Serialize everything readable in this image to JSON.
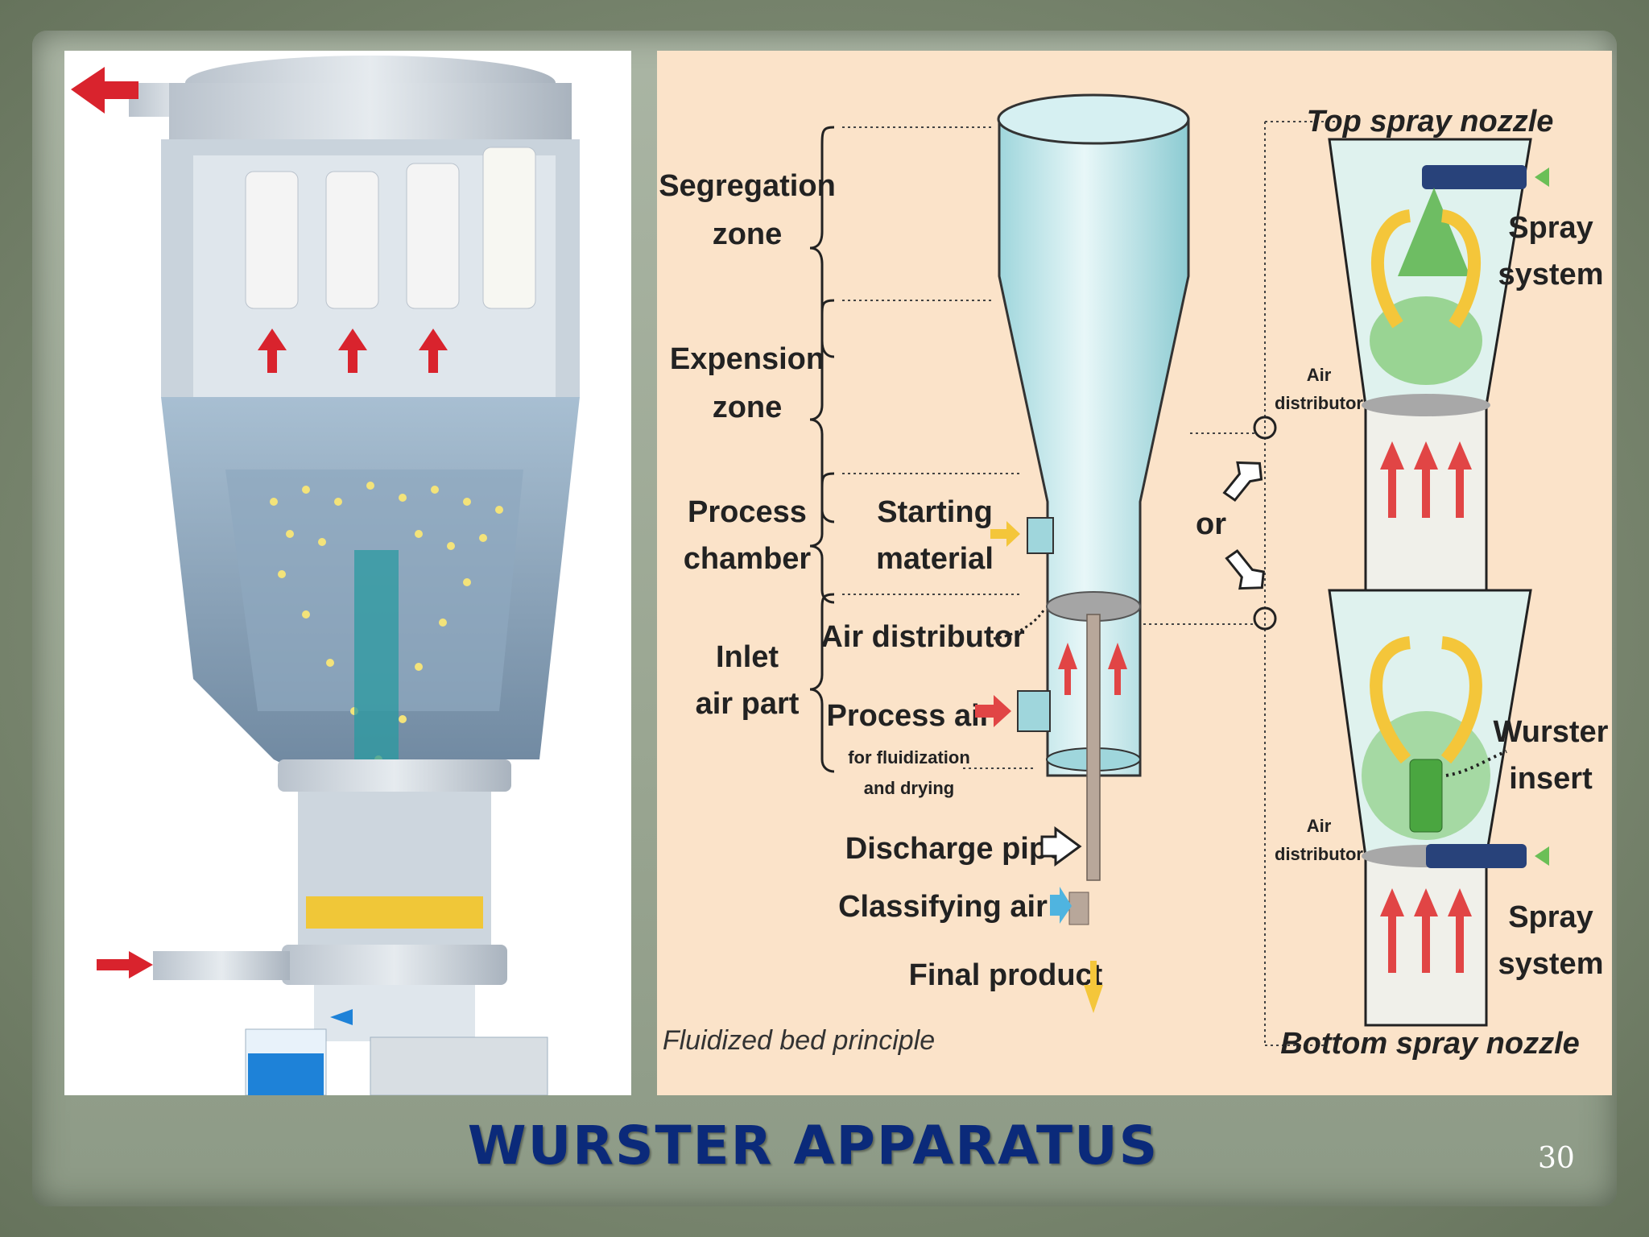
{
  "slide": {
    "title": "WURSTER  APPARATUS",
    "number": "30"
  },
  "diagram": {
    "zones": {
      "segregation": [
        "Segregation",
        "zone"
      ],
      "expansion": [
        "Expension",
        "zone"
      ],
      "process": [
        "Process",
        "chamber"
      ],
      "inlet": [
        "Inlet",
        "air part"
      ]
    },
    "labels": {
      "starting_material": [
        "Starting",
        "material"
      ],
      "air_distributor": "Air distributor",
      "process_air": "Process air",
      "process_air_sub": [
        "for fluidization",
        "and drying"
      ],
      "discharge_pipe": "Discharge pipe",
      "classifying_air": "Classifying air",
      "final_product": "Final product",
      "principle": "Fluidized bed principle",
      "or": "or"
    },
    "top_spray": {
      "title": "Top spray nozzle",
      "spray_system": [
        "Spray",
        "system"
      ],
      "air_distributor": [
        "Air",
        "distributor"
      ]
    },
    "bottom_spray": {
      "title": "Bottom spray nozzle",
      "spray_system": [
        "Spray",
        "system"
      ],
      "wurster_insert": [
        "Wurster",
        "insert"
      ],
      "air_distributor": [
        "Air",
        "distributor"
      ]
    }
  }
}
